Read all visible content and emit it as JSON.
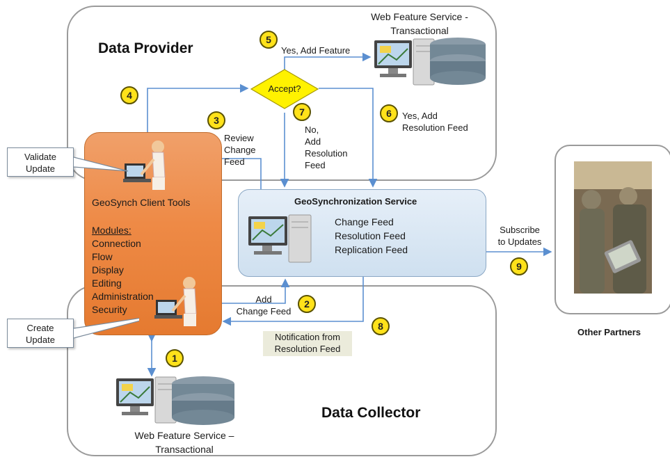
{
  "regions": {
    "provider_title": "Data Provider",
    "collector_title": "Data Collector",
    "partners_title": "Other Partners"
  },
  "wfs_top": [
    "Web Feature Service -",
    "Transactional"
  ],
  "wfs_bottom": [
    "Web Feature Service –",
    "Transactional"
  ],
  "decision": "Accept?",
  "client": {
    "title": "GeoSynch Client Tools",
    "modules_heading": "Modules:",
    "modules": [
      "Connection",
      "Flow",
      "Display",
      "Editing",
      "Administration",
      "Security"
    ]
  },
  "geo": {
    "title": "GeoSynchronization Service",
    "feeds": [
      "Change Feed",
      "Resolution Feed",
      "Replication Feed"
    ]
  },
  "callouts": {
    "validate": [
      "Validate",
      "Update"
    ],
    "create": [
      "Create",
      "Update"
    ]
  },
  "steps": [
    {
      "num": "1"
    },
    {
      "num": "2",
      "label": [
        "Add",
        "Change Feed"
      ]
    },
    {
      "num": "3",
      "label": [
        "Review",
        "Change",
        "Feed"
      ]
    },
    {
      "num": "4"
    },
    {
      "num": "5",
      "label": [
        "Yes, Add Feature"
      ]
    },
    {
      "num": "6",
      "label": [
        "Yes,  Add",
        "Resolution Feed"
      ]
    },
    {
      "num": "7",
      "label": [
        "No,",
        "Add",
        "Resolution",
        "Feed"
      ]
    },
    {
      "num": "8",
      "label": [
        "Notification from",
        "Resolution Feed"
      ]
    },
    {
      "num": "9",
      "label": [
        "Subscribe",
        "to Updates"
      ]
    }
  ],
  "colors": {
    "arrow": "#5b8fd0",
    "step_fill": "#ffe21a",
    "client_fill": "#ee8a46",
    "decision_fill": "#fff200",
    "geo_fill": "#d5e4f2"
  }
}
